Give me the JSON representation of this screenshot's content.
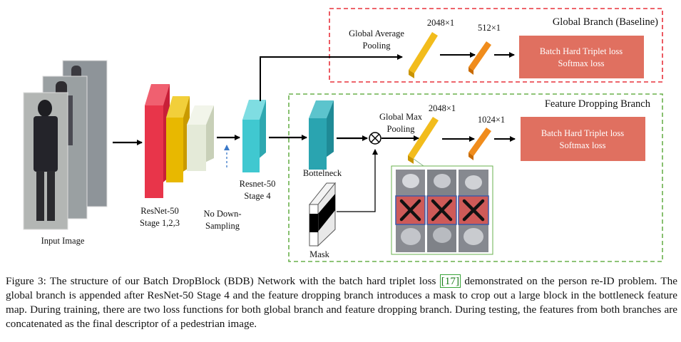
{
  "diagram": {
    "input_label": "Input Image",
    "resnet123_label": [
      "ResNet-50",
      "Stage 1,2,3"
    ],
    "no_downsampling_label": [
      "No Down-",
      "Sampling"
    ],
    "resnet4_label": [
      "Resnet-50",
      "Stage 4"
    ],
    "bottleneck_label": "Bottelneck",
    "mask_label": "Mask",
    "global_branch": {
      "title": "Global Branch (Baseline)",
      "pooling_label": [
        "Global Average",
        "Pooling"
      ],
      "dim1": "2048×1",
      "dim2": "512×1",
      "loss_lines": [
        "Batch Hard Triplet loss",
        "Softmax loss"
      ]
    },
    "drop_branch": {
      "title": "Feature Dropping Branch",
      "pooling_label": [
        "Global Max",
        "Pooling"
      ],
      "dim1": "2048×1",
      "dim2": "1024×1",
      "loss_lines": [
        "Batch Hard Triplet loss",
        "Softmax loss"
      ]
    },
    "colors": {
      "global_border": "#e8323c",
      "drop_border": "#6ab04c",
      "loss_box": "#e07060",
      "fc_yellow": "#f2bc1c",
      "fc_orange": "#f08c1c",
      "stage1": "#e8354a",
      "stage2": "#e8b800",
      "stage3": "#e4ead8",
      "stage4": "#40c8d0",
      "bottleneck": "#2aa4b0"
    }
  },
  "caption": {
    "prefix": "Figure 3: The structure of our Batch DropBlock (BDB) Network with the batch hard triplet loss ",
    "ref": "[17]",
    "suffix": " demonstrated on the person re-ID problem. The global branch is appended after ResNet-50 Stage 4 and the feature dropping branch introduces a mask to crop out a large block in the bottleneck feature map. During training, there are two loss functions for both global branch and feature dropping branch. During testing, the features from both branches are concatenated as the final descriptor of a pedestrian image."
  }
}
